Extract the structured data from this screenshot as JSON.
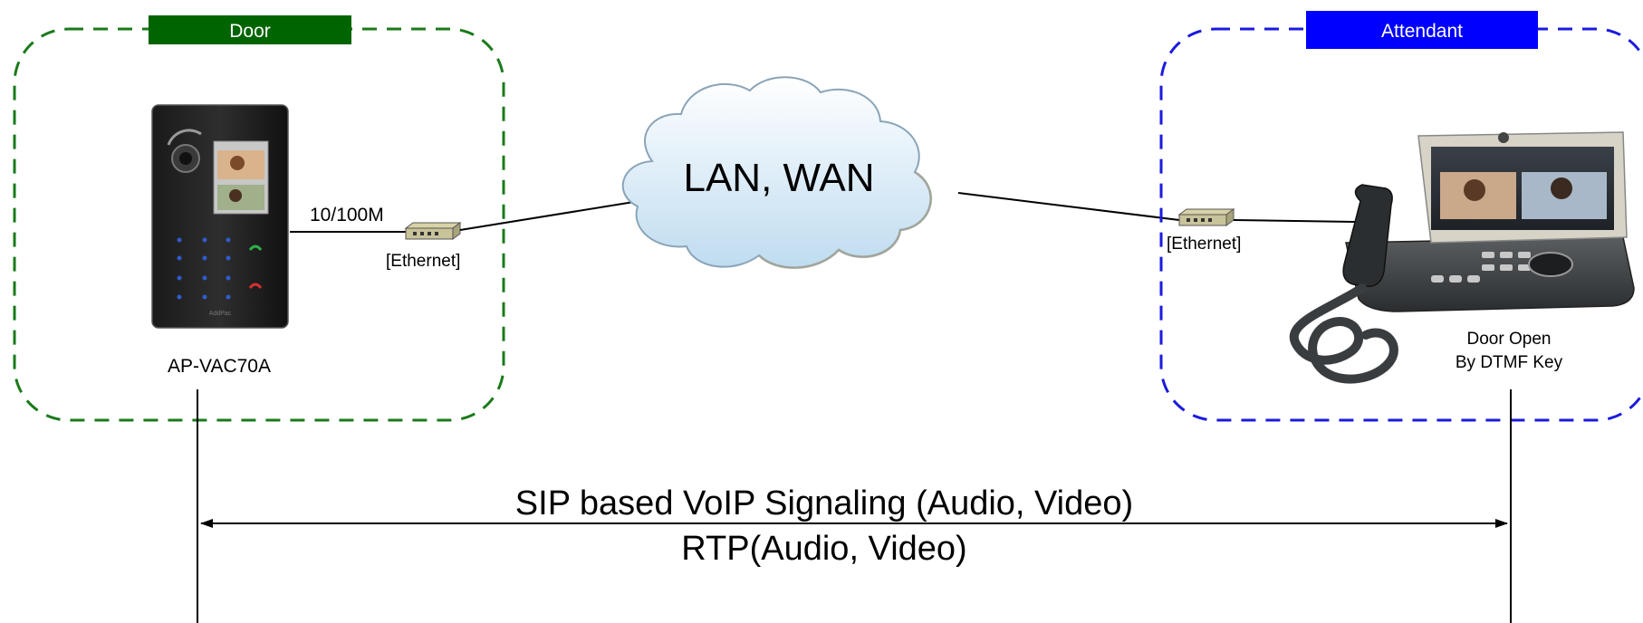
{
  "door": {
    "label": "Door",
    "label_color": "#006400",
    "border_color": "#1a7a1a",
    "device_name": "AP-VAC70A"
  },
  "attendant": {
    "label": "Attendant",
    "label_color": "#0000ff",
    "border_color": "#1a1adf",
    "caption_line1": "Door Open",
    "caption_line2": "By DTMF Key"
  },
  "network": {
    "cloud_label": "LAN, WAN",
    "speed_label": "10/100M",
    "ethernet_left": "[Ethernet]",
    "ethernet_right": "[Ethernet]"
  },
  "signaling": {
    "line1": "SIP based VoIP Signaling (Audio, Video)",
    "line2": "RTP(Audio, Video)"
  },
  "icons": {
    "intercom": "door-intercom-icon",
    "videophone": "video-phone-icon",
    "switch": "ethernet-switch-icon",
    "cloud": "network-cloud-icon"
  }
}
